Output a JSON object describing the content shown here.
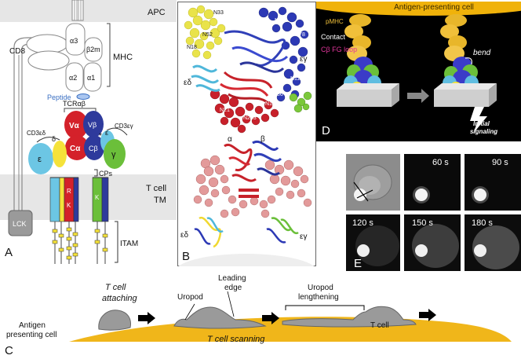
{
  "panel_a": {
    "label": "A",
    "apc": "APC",
    "cd8": "CD8",
    "mhc": "MHC",
    "alpha3": "α3",
    "beta2m": "β2m",
    "alpha2": "α2",
    "alpha1": "α1",
    "peptide": "Peptide",
    "tcr": "TCRαβ",
    "cd3ed": "CD3εδ",
    "cd3eg": "CD3εγ",
    "delta": "δ",
    "epsilon_r": "ε",
    "star": "*",
    "valpha": "Vα",
    "vbeta": "Vβ",
    "calpha": "Cα",
    "cbeta": "Cβ",
    "e_left": "ε",
    "gamma": "γ",
    "cps": "CPs",
    "tcell": "T cell",
    "tm": "TM",
    "r": "R",
    "k1": "K",
    "k2": "K",
    "lck": "LCK",
    "itam": "ITAM"
  },
  "panel_b": {
    "label": "B",
    "n33": "N33",
    "n52": "N52",
    "n18": "N18",
    "n236": "N236",
    "n78": "N78",
    "n121": "N121",
    "n186": "N186",
    "n185": "N185",
    "n21": "N21",
    "n203": "N203",
    "eps_delta_top": "εδ",
    "eps_gamma_top": "εγ",
    "alpha": "α",
    "beta": "β",
    "eps_delta_bot": "εδ",
    "eps_gamma_bot": "εγ"
  },
  "panel_d": {
    "label": "D",
    "apc_title": "Antigen-presenting cell",
    "pmhc": "pMHC",
    "contact": "Contact",
    "loop": "Cβ FG loop",
    "bend": "bend",
    "initial": "Initial",
    "signaling": "signaling"
  },
  "panel_e": {
    "label": "E",
    "t60": "60 s",
    "t90": "90 s",
    "t120": "120 s",
    "t150": "150 s",
    "t180": "180 s"
  },
  "panel_c": {
    "label": "C",
    "attaching1": "T cell",
    "attaching2": "attaching",
    "uropod": "Uropod",
    "leading1": "Leading",
    "leading2": "edge",
    "lengthening1": "Uropod",
    "lengthening2": "lengthening",
    "tcell": "T cell",
    "scanning": "T cell scanning",
    "apc1": "Antigen",
    "apc2": "presenting cell"
  }
}
